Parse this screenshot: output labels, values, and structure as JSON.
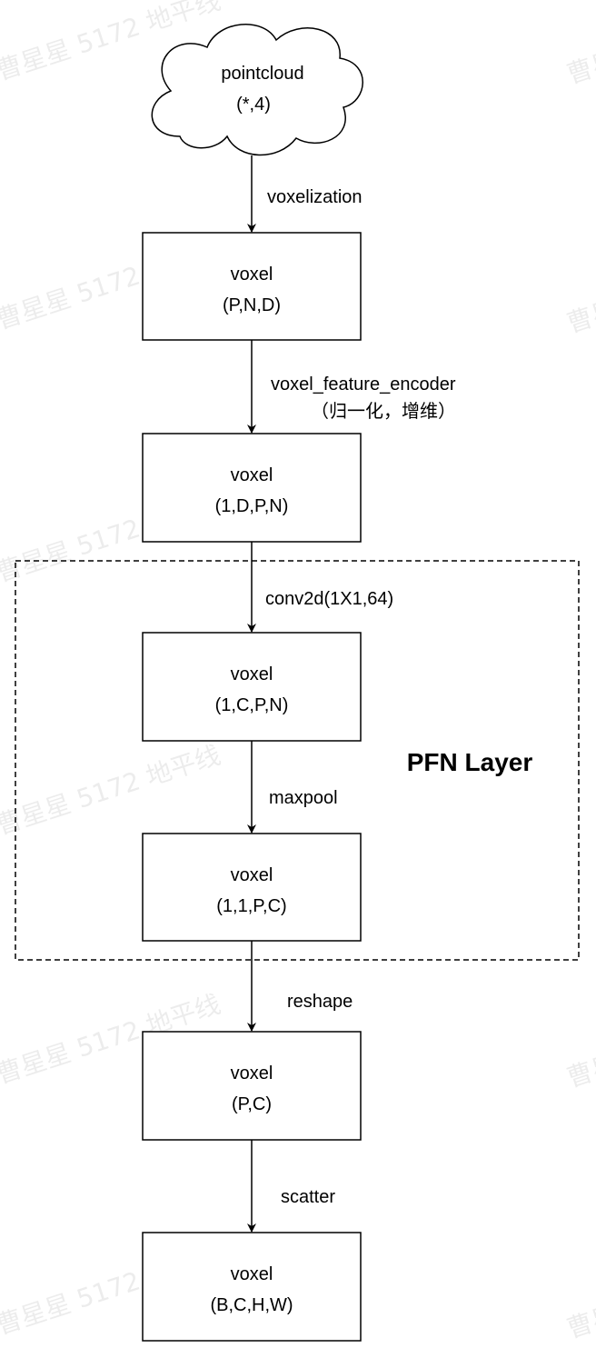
{
  "nodes": {
    "pointcloud": {
      "line1": "pointcloud",
      "line2": "(*,4)"
    },
    "voxel_pnd": {
      "line1": "voxel",
      "line2": "(P,N,D)"
    },
    "voxel_1dpn": {
      "line1": "voxel",
      "line2": "(1,D,P,N)"
    },
    "voxel_1cpn": {
      "line1": "voxel",
      "line2": "(1,C,P,N)"
    },
    "voxel_11pc": {
      "line1": "voxel",
      "line2": "(1,1,P,C)"
    },
    "voxel_pc": {
      "line1": "voxel",
      "line2": "(P,C)"
    },
    "voxel_bchw": {
      "line1": "voxel",
      "line2": "(B,C,H,W)"
    }
  },
  "edges": {
    "voxelization": "voxelization",
    "vfe_line1": "voxel_feature_encoder",
    "vfe_line2": "（归一化，增维）",
    "conv2d": "conv2d(1X1,64)",
    "maxpool": "maxpool",
    "reshape": "reshape",
    "scatter": "scatter"
  },
  "group": {
    "label": "PFN Layer"
  },
  "watermark": {
    "text": "曹星星 5172 地平线"
  }
}
